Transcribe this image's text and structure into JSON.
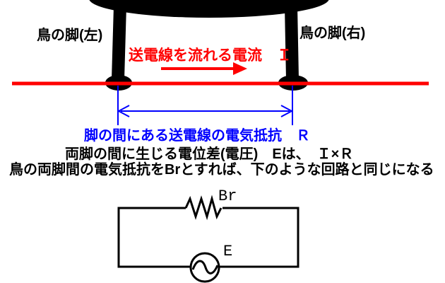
{
  "figure": {
    "background": "#ffffff",
    "colors": {
      "power_line": "#ff0000",
      "annotation": "#0000ff",
      "ink": "#000000"
    }
  },
  "labels": {
    "leg_left": "鳥の脚(左)",
    "leg_right": "鳥の脚(右)",
    "current": "送電線を流れる電流　Ｉ",
    "resistance": "脚の間にある送電線の電気抵抗　Ｒ",
    "voltage_formula": "両脚の間に生じる電位差(電圧)　Eは、　Ｉ×Ｒ",
    "equivalence": "鳥の両脚間の電気抵抗をBrとすれば、下のような回路と同じになる",
    "bird_resistance": "Br",
    "emf": "E"
  }
}
